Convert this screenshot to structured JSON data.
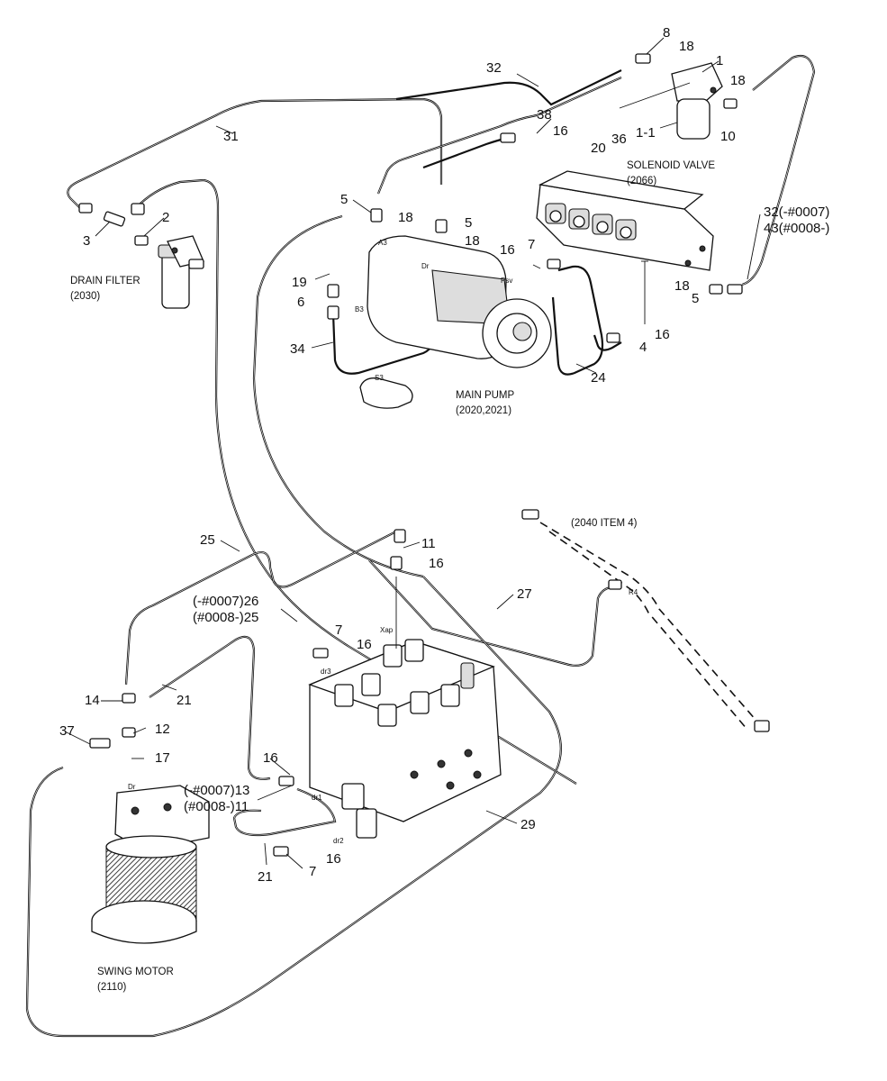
{
  "captions": {
    "drain_filter": [
      "DRAIN FILTER",
      "(2030)"
    ],
    "solenoid_valve": [
      "SOLENOID VALVE",
      "(2066)"
    ],
    "main_pump": [
      "MAIN PUMP",
      "(2020,2021)"
    ],
    "swing_motor": [
      "SWING MOTOR",
      "(2110)"
    ],
    "item_2040": "(2040 ITEM 4)"
  },
  "ports": {
    "a3": "A3",
    "dr_pump": "Dr",
    "psv": "Psv",
    "b3": "B3",
    "s3": "S3",
    "xap": "Xap",
    "dr1": "dr1",
    "dr2": "dr2",
    "dr3": "dr3",
    "r4": "R4",
    "dr_swing": "Dr"
  },
  "callouts": [
    {
      "key": "c8",
      "text": "8"
    },
    {
      "key": "c18a",
      "text": "18"
    },
    {
      "key": "c1",
      "text": "1"
    },
    {
      "key": "c18b",
      "text": "18"
    },
    {
      "key": "c32a",
      "text": "32"
    },
    {
      "key": "c31",
      "text": "31"
    },
    {
      "key": "c38",
      "text": "38"
    },
    {
      "key": "c16a",
      "text": "16"
    },
    {
      "key": "c20",
      "text": "20"
    },
    {
      "key": "c36",
      "text": "36"
    },
    {
      "key": "c11a",
      "text": "1-1"
    },
    {
      "key": "c10",
      "text": "10"
    },
    {
      "key": "c5a",
      "text": "5"
    },
    {
      "key": "c18c",
      "text": "18"
    },
    {
      "key": "c5b",
      "text": "5"
    },
    {
      "key": "c18d",
      "text": "18"
    },
    {
      "key": "c3",
      "text": "3"
    },
    {
      "key": "c2",
      "text": "2"
    },
    {
      "key": "c32b",
      "text": "32(-#0007)"
    },
    {
      "key": "c43",
      "text": "43(#0008-)"
    },
    {
      "key": "c16b",
      "text": "16"
    },
    {
      "key": "c7a",
      "text": "7"
    },
    {
      "key": "c19",
      "text": "19"
    },
    {
      "key": "c6",
      "text": "6"
    },
    {
      "key": "c18e",
      "text": "18"
    },
    {
      "key": "c5c",
      "text": "5"
    },
    {
      "key": "c34",
      "text": "34"
    },
    {
      "key": "c16c",
      "text": "16"
    },
    {
      "key": "c4",
      "text": "4"
    },
    {
      "key": "c24",
      "text": "24"
    },
    {
      "key": "c11b",
      "text": "11"
    },
    {
      "key": "c25a",
      "text": "25"
    },
    {
      "key": "c16d",
      "text": "16"
    },
    {
      "key": "c27",
      "text": "27"
    },
    {
      "key": "c26",
      "text": "(-#0007)26"
    },
    {
      "key": "c25b",
      "text": "(#0008-)25"
    },
    {
      "key": "c7b",
      "text": "7"
    },
    {
      "key": "c16e",
      "text": "16"
    },
    {
      "key": "c14",
      "text": "14"
    },
    {
      "key": "c21a",
      "text": "21"
    },
    {
      "key": "c37",
      "text": "37"
    },
    {
      "key": "c12",
      "text": "12"
    },
    {
      "key": "c17",
      "text": "17"
    },
    {
      "key": "c16f",
      "text": "16"
    },
    {
      "key": "c13",
      "text": "(-#0007)13"
    },
    {
      "key": "c11c",
      "text": "(#0008-)11"
    },
    {
      "key": "c29",
      "text": "29"
    },
    {
      "key": "c21b",
      "text": "21"
    },
    {
      "key": "c7c",
      "text": "7"
    },
    {
      "key": "c16g",
      "text": "16"
    }
  ]
}
